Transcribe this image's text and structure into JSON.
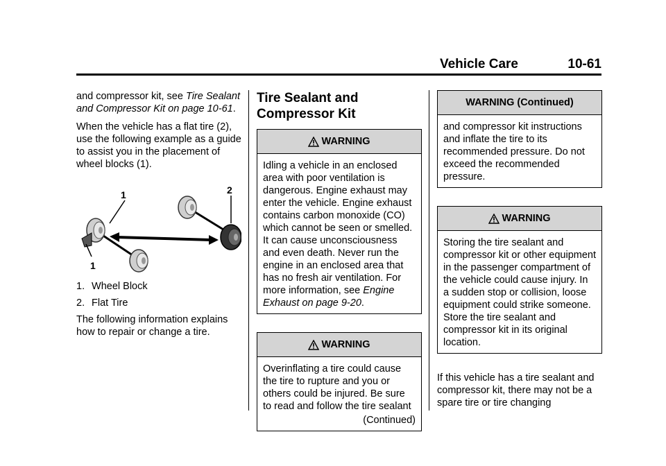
{
  "header": {
    "section": "Vehicle Care",
    "page": "10-61"
  },
  "col1": {
    "intro_text": "and compressor kit, see ",
    "intro_link": "Tire Sealant and Compressor Kit on page 10-61",
    "intro_end": ".",
    "para2": "When the vehicle has a flat tire (2), use the following example as a guide to assist you in the placement of wheel blocks (1).",
    "figure_labels": [
      "1",
      "2",
      "1"
    ],
    "list": [
      {
        "num": "1.",
        "label": "Wheel Block"
      },
      {
        "num": "2.",
        "label": "Flat Tire"
      }
    ],
    "para3": "The following information explains how to repair or change a tire."
  },
  "col2": {
    "title": "Tire Sealant and Compressor Kit",
    "warning1": {
      "heading": "WARNING",
      "body": "Idling a vehicle in an enclosed area with poor ventilation is dangerous. Engine exhaust may enter the vehicle. Engine exhaust contains carbon monoxide (CO) which cannot be seen or smelled. It can cause unconsciousness and even death. Never run the engine in an enclosed area that has no fresh air ventilation. For more information, see ",
      "link": "Engine Exhaust on page 9-20",
      "end": "."
    },
    "warning2": {
      "heading": "WARNING",
      "body": "Overinflating a tire could cause the tire to rupture and you or others could be injured. Be sure to read and follow the tire sealant",
      "continued": "(Continued)"
    }
  },
  "col3": {
    "warning_cont": {
      "heading": "WARNING  (Continued)",
      "body": "and compressor kit instructions and inflate the tire to its recommended pressure. Do not exceed the recommended pressure."
    },
    "warning3": {
      "heading": "WARNING",
      "body": "Storing the tire sealant and compressor kit or other equipment in the passenger compartment of the vehicle could cause injury. In a sudden stop or collision, loose equipment could strike someone. Store the tire sealant and compressor kit in its original location."
    },
    "para": "If this vehicle has a tire sealant and compressor kit, there may not be a spare tire or tire changing"
  }
}
